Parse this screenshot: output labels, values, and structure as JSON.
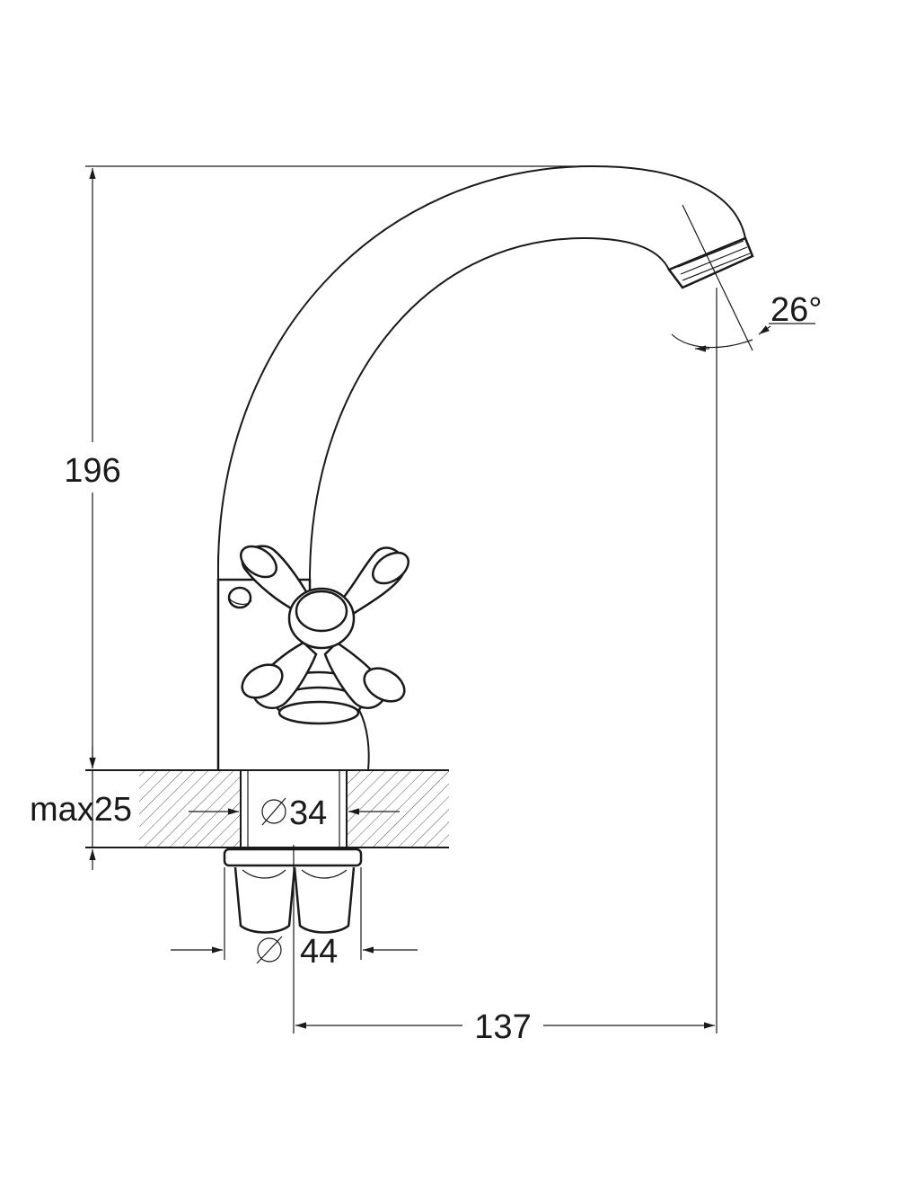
{
  "drawing": {
    "height_label": "196",
    "reach_label": "137",
    "angle_label": "26°",
    "thickness_label": "max25",
    "hole_diameter_label": "34",
    "nut_diameter_label": "44"
  },
  "colors": {
    "line": "#1a1a1a",
    "background": "#ffffff",
    "hatch": "#555555"
  }
}
